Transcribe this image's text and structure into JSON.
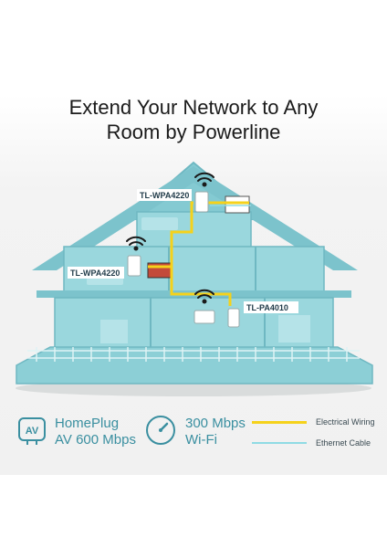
{
  "headline": {
    "line1": "Extend Your Network to Any",
    "line2": "Room by Powerline"
  },
  "devices": [
    {
      "label": "TL-WPA4220"
    },
    {
      "label": "TL-WPA4220"
    },
    {
      "label": "TL-PA4010"
    }
  ],
  "features": [
    {
      "icon": "av-plug-icon",
      "badge": "AV",
      "line1": "HomePlug",
      "line2": "AV 600 Mbps"
    },
    {
      "icon": "speed-gauge-icon",
      "line1": "300 Mbps",
      "line2": "Wi-Fi"
    }
  ],
  "legend": [
    {
      "label": "Electrical Wiring",
      "color": "#f5d21b"
    },
    {
      "label": "Ethernet Cable",
      "color": "#8fdbe4"
    }
  ],
  "colors": {
    "house": "#8ccfd6",
    "house_dark": "#6fb8c2",
    "accent": "#3a8fa0",
    "wiring": "#f5d21b"
  }
}
